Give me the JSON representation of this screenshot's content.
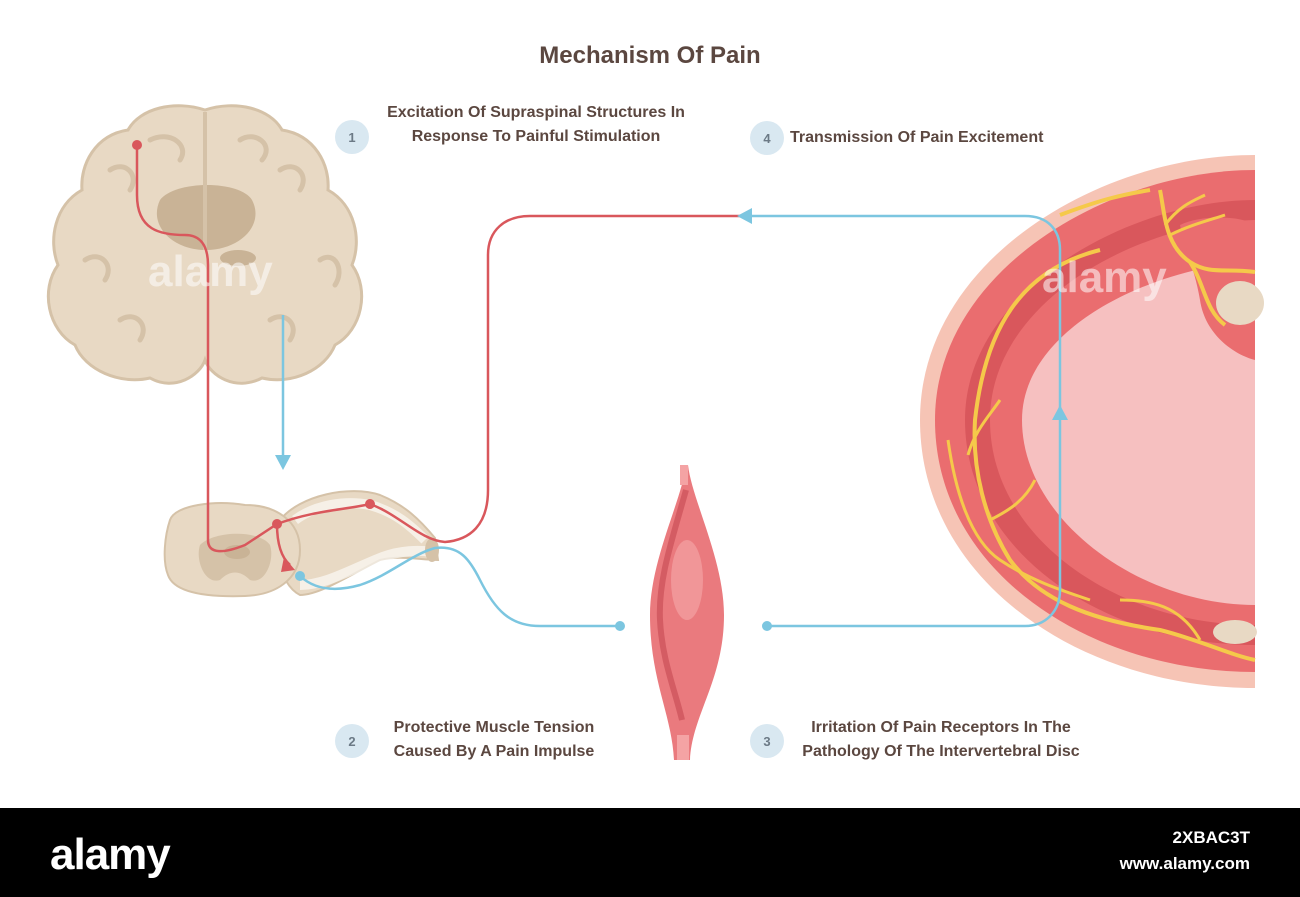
{
  "title": "Mechanism Of Pain",
  "steps": [
    {
      "number": "1",
      "text": "Excitation Of Supraspinal Structures In Response To Painful Stimulation"
    },
    {
      "number": "2",
      "text": "Protective Muscle Tension Caused By A Pain Impulse"
    },
    {
      "number": "3",
      "text": "Irritation Of Pain Receptors In The Pathology Of The Intervertebral Disc"
    },
    {
      "number": "4",
      "text": "Transmission Of Pain Excitement"
    }
  ],
  "footer": {
    "logo": "alamy",
    "image_id": "2XBAC3T",
    "url": "www.alamy.com"
  },
  "colors": {
    "pain_path": "#d9575c",
    "motor_path": "#7cc6e0",
    "brain": "#e8d9c4",
    "muscle": "#ea7a7e",
    "disc": "#ea6d6f",
    "nerve": "#f5c94a",
    "badge": "#d9e8f1"
  }
}
